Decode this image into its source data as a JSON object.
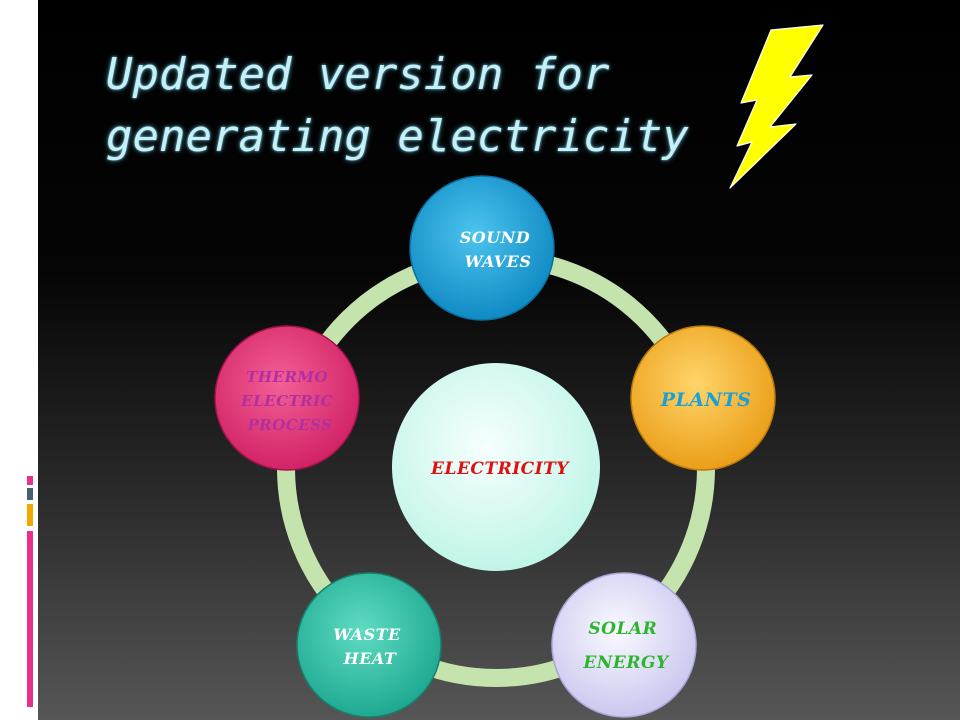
{
  "slide": {
    "title_line1": "Updated version for",
    "title_line2": "generating electricity"
  },
  "diagram": {
    "center": {
      "label": "ELECTRICITY",
      "text_color": "#e01010"
    },
    "nodes": [
      {
        "id": "sound-waves",
        "lines": [
          "SOUND",
          "WAVES"
        ],
        "fill": "#12a6dd",
        "text_color": "#ffffff"
      },
      {
        "id": "plants",
        "lines": [
          "PLANTS"
        ],
        "fill": "#f4b12a",
        "text_color": "#1aa0d8"
      },
      {
        "id": "solar-energy",
        "lines": [
          "SOLAR",
          "ENERGY"
        ],
        "fill": "#e4e2f6",
        "text_color": "#2eb52e"
      },
      {
        "id": "waste-heat",
        "lines": [
          "WASTE",
          "HEAT"
        ],
        "fill": "#34c2a8",
        "text_color": "#ffffff"
      },
      {
        "id": "thermo-electric-process",
        "lines": [
          "THERMO",
          "ELECTRIC",
          "PROCESS"
        ],
        "fill": "#e8387a",
        "text_color": "#b22fa0"
      }
    ],
    "ring_color": "#c5e3ad"
  },
  "colors": {
    "lightning": "#ffff00",
    "title": "#c6f0f8",
    "accent_bars": [
      "#e8308a",
      "#48606e",
      "#f0a800",
      "#e8308a"
    ]
  },
  "icons": [
    "lightning-bolt-icon"
  ]
}
